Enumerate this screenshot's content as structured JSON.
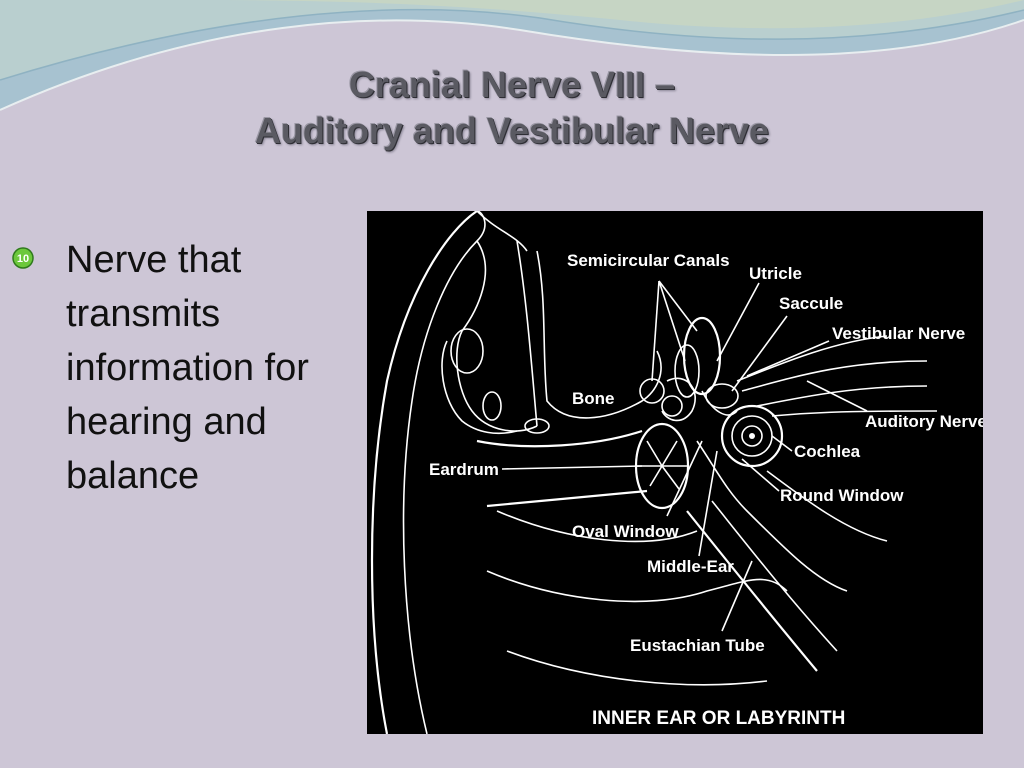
{
  "slide": {
    "title_line1": "Cranial Nerve VIII –",
    "title_line2": "Auditory and Vestibular Nerve",
    "bullet": {
      "icon": "numbered-bullet-icon",
      "icon_text": "10",
      "icon_color": "#6cc83c",
      "lines": [
        "Nerve that",
        "transmits",
        "information for",
        "hearing and",
        "balance"
      ]
    }
  },
  "figure": {
    "caption": "INNER EAR OR LABYRINTH",
    "labels": {
      "semicircular_canals": "Semicircular Canals",
      "utricle": "Utricle",
      "saccule": "Saccule",
      "vestibular_nerve": "Vestibular Nerve",
      "bone": "Bone",
      "auditory_nerve": "Auditory Nerve",
      "eardrum": "Eardrum",
      "cochlea": "Cochlea",
      "round_window": "Round Window",
      "oval_window": "Oval Window",
      "middle_ear": "Middle-Ear",
      "eustachian_tube": "Eustachian Tube"
    }
  },
  "colors": {
    "background": "#cdc6d6",
    "title": "#5a5a62",
    "figure_background": "#000000"
  }
}
